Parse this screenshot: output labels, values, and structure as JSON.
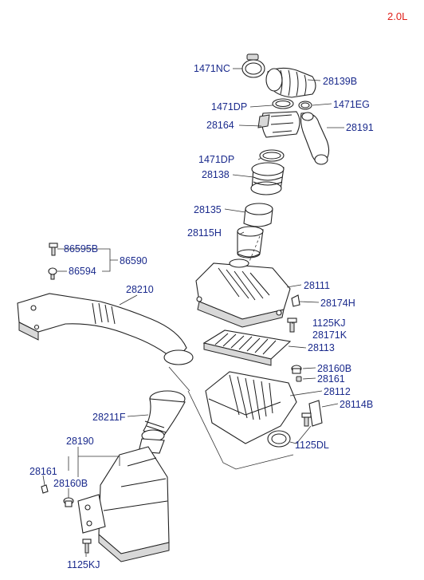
{
  "variant": {
    "label": "2.0L",
    "color": "#e0201a"
  },
  "colors": {
    "label": "#1a2a8c",
    "line": "#1a1a1a"
  },
  "callouts": {
    "p1471nc": "1471NC",
    "p28139b": "28139B",
    "p1471dp_a": "1471DP",
    "p1471eg": "1471EG",
    "p28164": "28164",
    "p28191": "28191",
    "p1471dp_b": "1471DP",
    "p28138": "28138",
    "p28135": "28135",
    "p28115h": "28115H",
    "p86595b": "86595B",
    "p86590": "86590",
    "p86594": "86594",
    "p28210": "28210",
    "p28111": "28111",
    "p28174h": "28174H",
    "p1125kj_a": "1125KJ",
    "p28171k": "28171K",
    "p28113": "28113",
    "p28160b_a": "28160B",
    "p28161_a": "28161",
    "p28112": "28112",
    "p28114b": "28114B",
    "p28211f": "28211F",
    "p1125dl": "1125DL",
    "p28190": "28190",
    "p28161_b": "28161",
    "p28160b_b": "28160B",
    "p1125kj_b": "1125KJ"
  }
}
